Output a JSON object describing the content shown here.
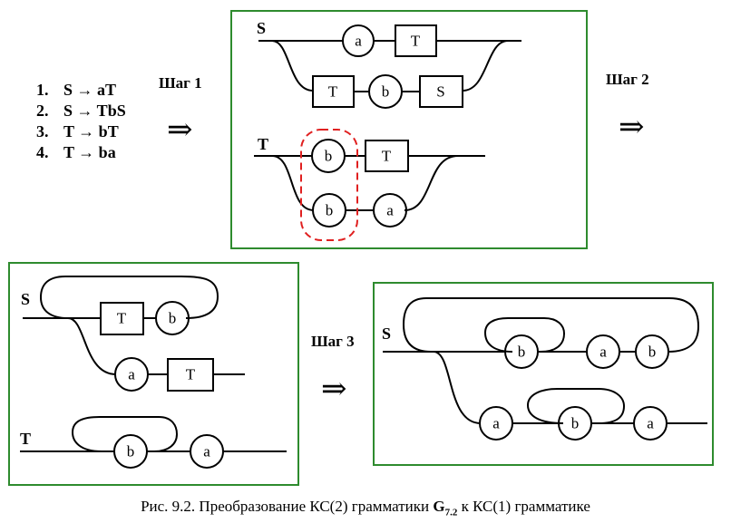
{
  "rules": [
    {
      "num": "1.",
      "text": "S → aT"
    },
    {
      "num": "2.",
      "text": "S → TbS"
    },
    {
      "num": "3.",
      "text": "T → bT"
    },
    {
      "num": "4.",
      "text": "T → ba"
    }
  ],
  "steps": {
    "step1": "Шаг 1",
    "step2": "Шаг 2",
    "step3": "Шаг 3"
  },
  "arrow": "⇒",
  "caption": {
    "prefix": "Рис. 9.2. Преобразование КС(2) грамматики ",
    "grammar": "G",
    "grammar_sub": "7.2",
    "suffix": " к КС(1) грамматике"
  },
  "colors": {
    "frame": "#2e8b2e",
    "highlight": "#e02020"
  },
  "panels": {
    "box1": {
      "S": {
        "name": "S",
        "nodes": [
          "a",
          "T",
          "T",
          "b",
          "S"
        ]
      },
      "T": {
        "name": "T",
        "nodes": [
          "b",
          "T",
          "b",
          "a"
        ]
      }
    },
    "box2": {
      "S": {
        "name": "S",
        "nodes": [
          "T",
          "b",
          "a",
          "T"
        ]
      },
      "T": {
        "name": "T",
        "nodes": [
          "b",
          "a"
        ]
      }
    },
    "box3": {
      "S": {
        "name": "S",
        "nodes": [
          "b",
          "a",
          "b",
          "a",
          "b",
          "a"
        ]
      }
    }
  }
}
